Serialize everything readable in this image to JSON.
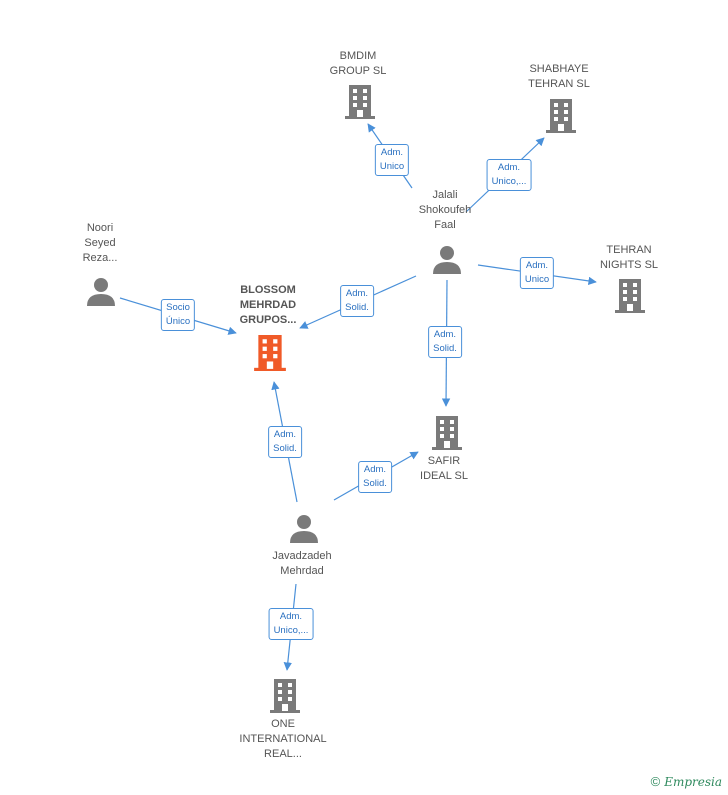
{
  "colors": {
    "edge": "#4a90d9",
    "node": "#7a7a7a",
    "focus": "#f05a28",
    "brand": "#2f8a5e"
  },
  "nodes": {
    "bmdim": {
      "label": "BMDIM\nGROUP  SL",
      "kind": "company"
    },
    "shabhaye": {
      "label": "SHABHAYE\nTEHRAN  SL",
      "kind": "company"
    },
    "jalali": {
      "label": "Jalali\nShokoufeh\nFaal",
      "kind": "person"
    },
    "noori": {
      "label": "Noori\nSeyed\nReza...",
      "kind": "person"
    },
    "blossom": {
      "label": "BLOSSOM\nMEHRDAD\nGRUPOS...",
      "kind": "company-focus"
    },
    "tehran": {
      "label": "TEHRAN\nNIGHTS  SL",
      "kind": "company"
    },
    "safir": {
      "label": "SAFIR\nIDEAL  SL",
      "kind": "company"
    },
    "javadzadeh": {
      "label": "Javadzadeh\nMehrdad",
      "kind": "person"
    },
    "one": {
      "label": "ONE\nINTERNATIONAL\nREAL...",
      "kind": "company"
    }
  },
  "edges": {
    "jalali_bmdim": "Adm.\nUnico",
    "jalali_shabhaye": "Adm.\nUnico,...",
    "noori_blossom": "Socio\nÚnico",
    "jalali_blossom": "Adm.\nSolid.",
    "jalali_tehran": "Adm.\nUnico",
    "jalali_safir": "Adm.\nSolid.",
    "javad_blossom": "Adm.\nSolid.",
    "javad_safir": "Adm.\nSolid.",
    "javad_one": "Adm.\nUnico,..."
  },
  "brand": {
    "copyright": "©",
    "name": "Empresia"
  }
}
